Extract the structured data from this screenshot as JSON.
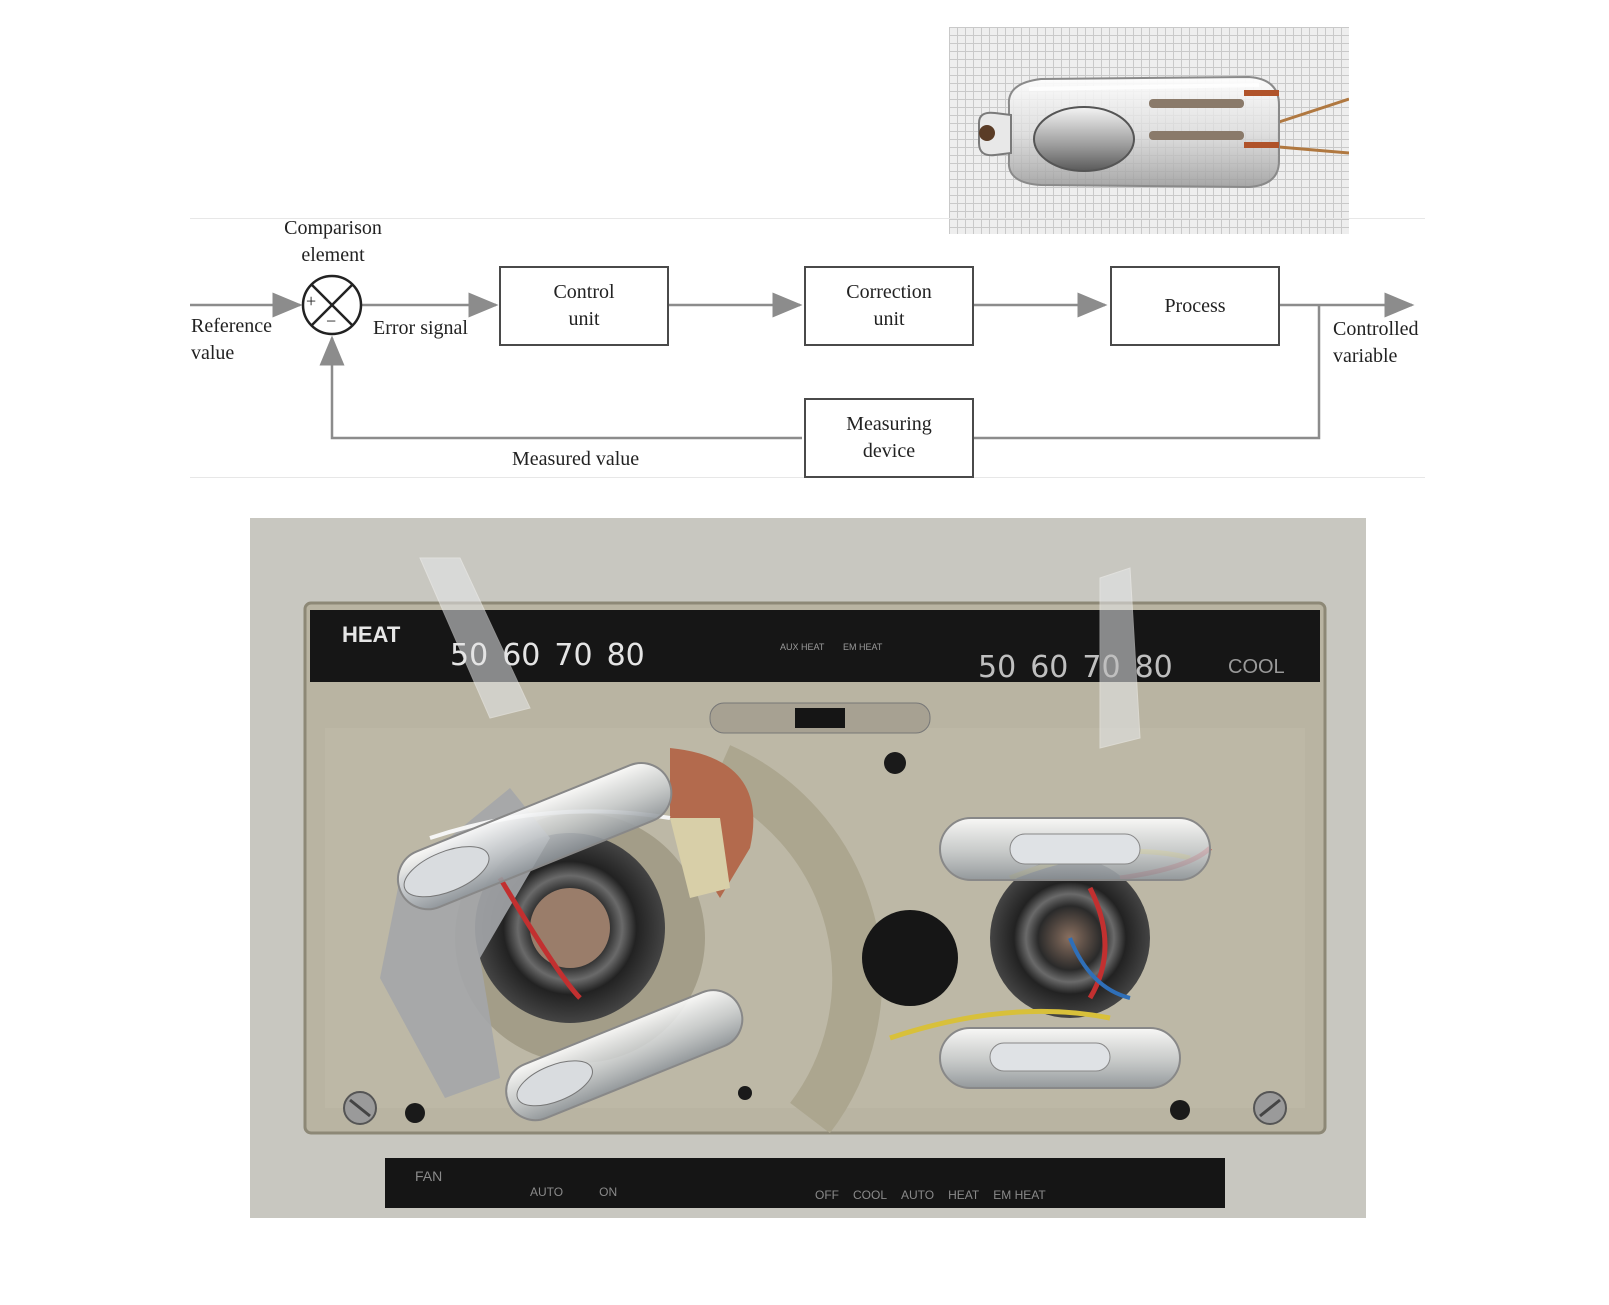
{
  "diagram": {
    "comparison_label": "Comparison\nelement",
    "reference_label": "Reference\nvalue",
    "error_label": "Error signal",
    "blocks": {
      "control": "Control\nunit",
      "correction": "Correction\nunit",
      "process": "Process",
      "measuring": "Measuring\ndevice"
    },
    "controlled_label": "Controlled\nvariable",
    "measured_label": "Measured value",
    "plus_sign": "+",
    "minus_sign": "−"
  },
  "thermostat": {
    "heat_label": "HEAT",
    "cool_label": "COOL",
    "heat_scale": [
      "50",
      "60",
      "70",
      "80"
    ],
    "cool_scale": [
      "50",
      "60",
      "70",
      "80"
    ],
    "aux_heat": "AUX HEAT",
    "em_heat_indicator": "EM HEAT",
    "fan_label": "FAN",
    "fan_options": [
      "AUTO",
      "ON"
    ],
    "system_options": [
      "OFF",
      "COOL",
      "AUTO",
      "HEAT",
      "EM HEAT"
    ]
  }
}
